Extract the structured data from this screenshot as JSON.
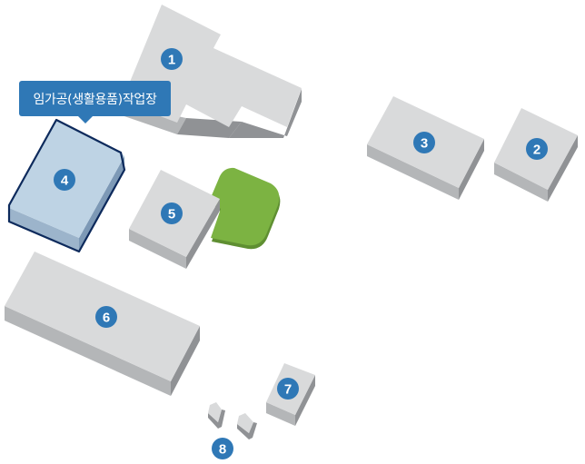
{
  "buildings": [
    {
      "number": "1",
      "selected": false
    },
    {
      "number": "2",
      "selected": false
    },
    {
      "number": "3",
      "selected": false
    },
    {
      "number": "4",
      "selected": true
    },
    {
      "number": "5",
      "selected": false
    },
    {
      "number": "6",
      "selected": false
    },
    {
      "number": "7",
      "selected": false
    },
    {
      "number": "8",
      "selected": false
    }
  ],
  "tooltip": {
    "label": "임가공(생활용품)작업장"
  },
  "colors": {
    "building_top": "#d9dadb",
    "building_left": "#b4b6b8",
    "building_right": "#909295",
    "selected_top": "#bed3e4",
    "selected_left": "#9cb4cb",
    "selected_right": "#7d99b6",
    "selected_outline": "#0d2a5c",
    "badge": "#2f78b6",
    "green_area": "#7cb342",
    "tooltip_bg": "#2f78b6"
  }
}
